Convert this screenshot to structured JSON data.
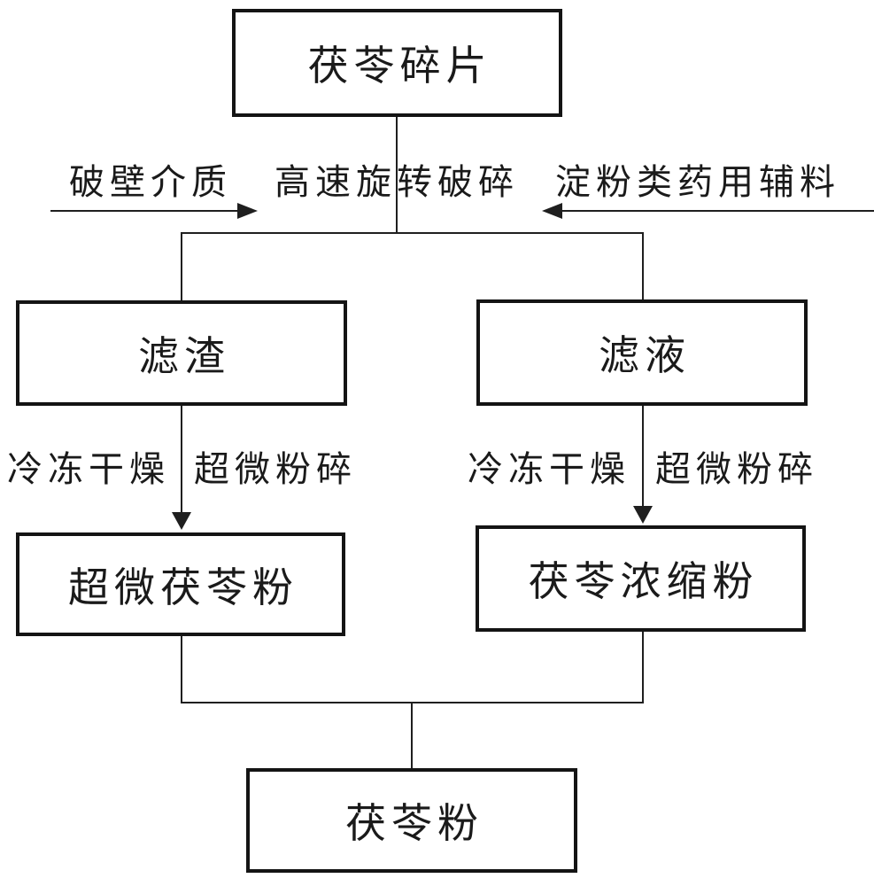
{
  "flowchart": {
    "nodes": {
      "source": "茯苓碎片",
      "residue": "滤渣",
      "filtrate": "滤液",
      "ultrafine_powder": "超微茯苓粉",
      "concentrate_powder": "茯苓浓缩粉",
      "final_powder": "茯苓粉"
    },
    "process_labels": {
      "left_input": "破壁介质",
      "center": "高速旋转破碎",
      "right_input": "淀粉类药用辅料",
      "left_step_a": "冷冻干燥",
      "left_step_b": "超微粉碎",
      "right_step_a": "冷冻干燥",
      "right_step_b": "超微粉碎"
    },
    "colors": {
      "line": "#1f1f1f",
      "text": "#1a1a1a",
      "background": "#ffffff",
      "box_border": "#141414"
    }
  }
}
